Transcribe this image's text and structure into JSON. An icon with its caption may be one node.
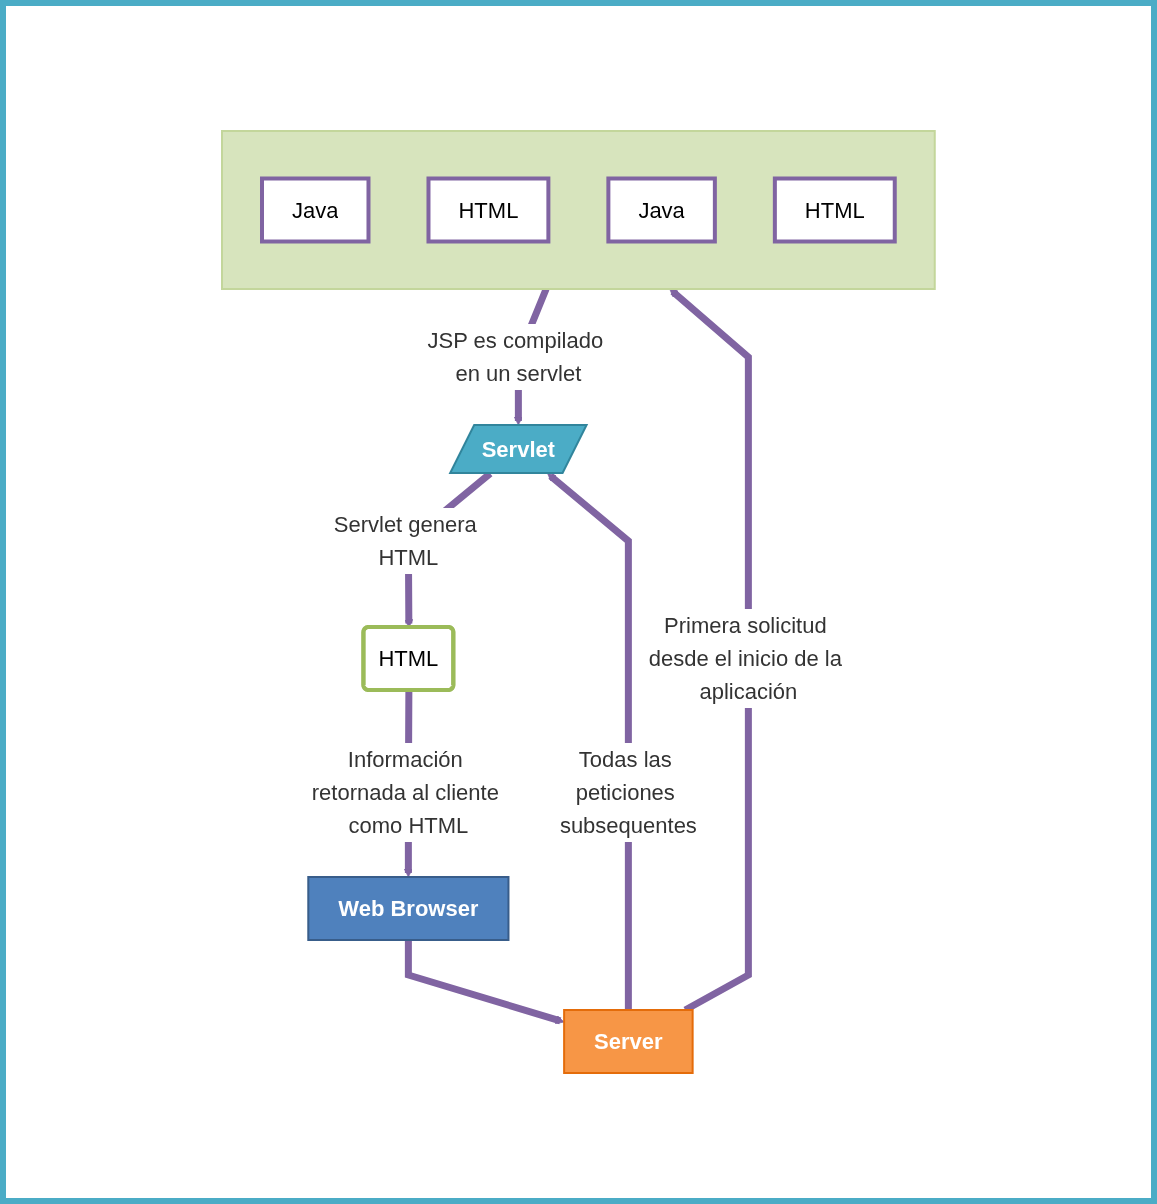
{
  "diagram": {
    "nodes": [
      {
        "text": [],
        "shape": "box"
      },
      {
        "text": [
          "Java"
        ],
        "in": 0
      },
      {
        "text": [
          "HTML"
        ],
        "in": 0
      },
      {
        "text": [
          "Java"
        ],
        "in": 0
      },
      {
        "text": [
          "HTML"
        ],
        "in": 0
      },
      {
        "text": [
          "Server"
        ]
      },
      {
        "text": [
          "Servlet"
        ]
      },
      {
        "text": [
          "Web Browser"
        ]
      },
      {
        "text": [
          "HTML"
        ]
      }
    ],
    "edges": [
      {
        "from": 7,
        "to": 5,
        "arrow": "to"
      },
      {
        "from": 5,
        "to": 0,
        "arrow": "to",
        "label": "Primera solicitud desde el inicio de la aplicación"
      },
      {
        "from": 0,
        "to": 6,
        "arrow": "to",
        "label": "JSP es compilado en un servlet"
      },
      {
        "from": 5,
        "to": 6,
        "arrow": "to",
        "label": "Todas las peticiones subsequentes"
      },
      {
        "from": 6,
        "to": 8,
        "arrow": "to",
        "label": "Servlet genera HTML"
      },
      {
        "from": 8,
        "to": 7,
        "arrow": "to",
        "label": "Información retornada al cliente como HTML"
      }
    ]
  }
}
